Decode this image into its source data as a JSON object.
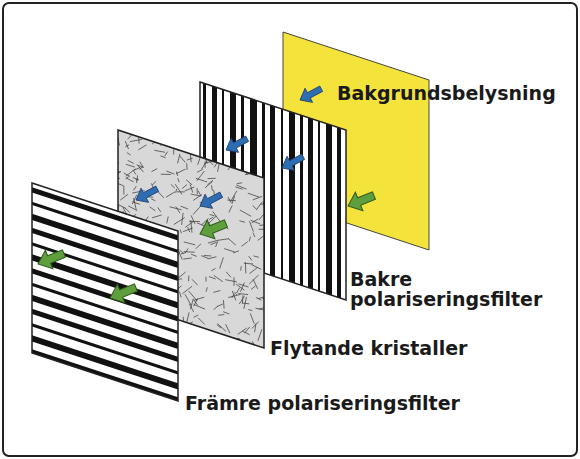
{
  "diagram": {
    "labels": [
      "Bakgrundsbelysning",
      "Bakre polariseringsfilter",
      "Flytande kristaller",
      "Främre polariseringsfilter"
    ]
  }
}
